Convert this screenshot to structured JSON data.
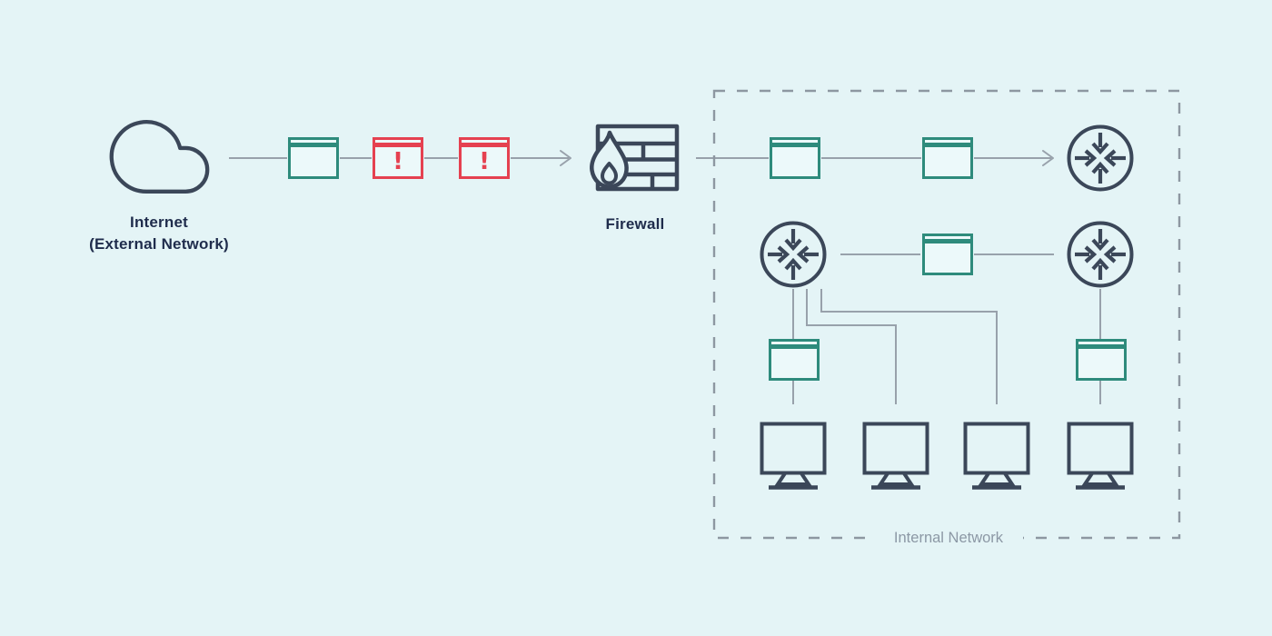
{
  "colors": {
    "background": "#e4f4f6",
    "icon_navy": "#3b4759",
    "safe_packet_green": "#2e8b7c",
    "threat_packet_red": "#e54150",
    "connector_gray": "#98a1ab",
    "zone_boundary_gray": "#8d97a1",
    "caption_text_navy": "#1f2c4c",
    "zone_label_gray": "#8c98a5"
  },
  "labels": {
    "internet_line1": "Internet",
    "internet_line2": "(External Network)",
    "firewall": "Firewall",
    "internal_network": "Internal Network"
  },
  "packets": {
    "alert_symbol": "!"
  },
  "diagram": {
    "zones": [
      {
        "id": "internal-network",
        "label": "Internal Network",
        "border": "dashed"
      }
    ],
    "nodes": [
      {
        "id": "internet",
        "icon": "cloud-icon",
        "label": "Internet (External Network)"
      },
      {
        "id": "packet-external-safe",
        "icon": "packet-icon",
        "variant": "safe"
      },
      {
        "id": "packet-external-threat-1",
        "icon": "alert-packet-icon",
        "variant": "threat",
        "symbol": "!"
      },
      {
        "id": "packet-external-threat-2",
        "icon": "alert-packet-icon",
        "variant": "threat",
        "symbol": "!"
      },
      {
        "id": "firewall",
        "icon": "firewall-icon",
        "label": "Firewall"
      },
      {
        "id": "packet-internal-top-1",
        "icon": "packet-icon",
        "variant": "safe"
      },
      {
        "id": "packet-internal-top-2",
        "icon": "packet-icon",
        "variant": "safe"
      },
      {
        "id": "router-top-right",
        "icon": "router-icon"
      },
      {
        "id": "router-mid-left",
        "icon": "router-icon"
      },
      {
        "id": "packet-internal-mid",
        "icon": "packet-icon",
        "variant": "safe"
      },
      {
        "id": "router-mid-right",
        "icon": "router-icon"
      },
      {
        "id": "packet-internal-left",
        "icon": "packet-icon",
        "variant": "safe"
      },
      {
        "id": "packet-internal-right",
        "icon": "packet-icon",
        "variant": "safe"
      },
      {
        "id": "workstation-1",
        "icon": "monitor-icon"
      },
      {
        "id": "workstation-2",
        "icon": "monitor-icon"
      },
      {
        "id": "workstation-3",
        "icon": "monitor-icon"
      },
      {
        "id": "workstation-4",
        "icon": "monitor-icon"
      }
    ],
    "flows": [
      "internet -> packet-external-safe -> packet-external-threat-1 -> packet-external-threat-2 -> (arrow) firewall",
      "firewall -> packet-internal-top-1 -> packet-internal-top-2 -> (arrow) router-top-right",
      "router-mid-left -> packet-internal-mid -> router-mid-right",
      "router-mid-left -> packet-internal-left -> workstation-1",
      "router-mid-left -> workstation-2",
      "router-mid-left -> workstation-3",
      "router-mid-right -> packet-internal-right -> workstation-4"
    ]
  }
}
